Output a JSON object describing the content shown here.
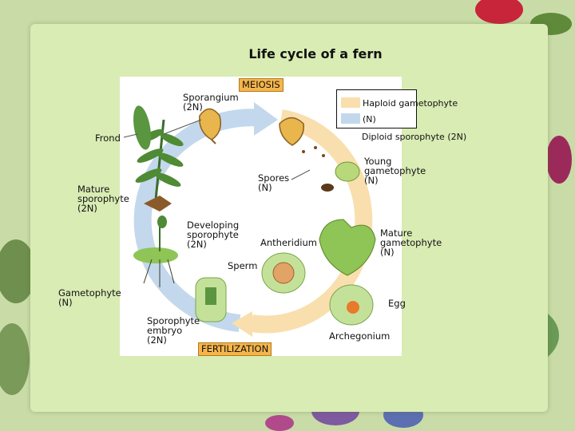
{
  "title": "Life cycle of a fern",
  "stages": {
    "meiosis": "MEIOSIS",
    "fertilization": "FERTILIZATION"
  },
  "legend": {
    "haploid": "Haploid gametophyte",
    "haploid_n": "(N)",
    "diploid": "Diploid sporophyte (2N)",
    "haploid_color": "#f9dfae",
    "diploid_color": "#c3d8ec"
  },
  "labels": {
    "sporangium": "Sporangium\n(2N)",
    "frond": "Frond",
    "spores": "Spores\n(N)",
    "young_gametophyte": "Young\ngametophyte\n(N)",
    "mature_sporophyte": "Mature\nsporophyte\n(2N)",
    "developing_sporophyte": "Developing\nsporophyte\n(2N)",
    "antheridium": "Antheridium",
    "mature_gametophyte": "Mature\ngametophyte\n(N)",
    "sperm": "Sperm",
    "gametophyte": "Gametophyte\n(N)",
    "egg": "Egg",
    "sporophyte_embryo": "Sporophyte\nembryo\n(2N)",
    "archegonium": "Archegonium"
  }
}
